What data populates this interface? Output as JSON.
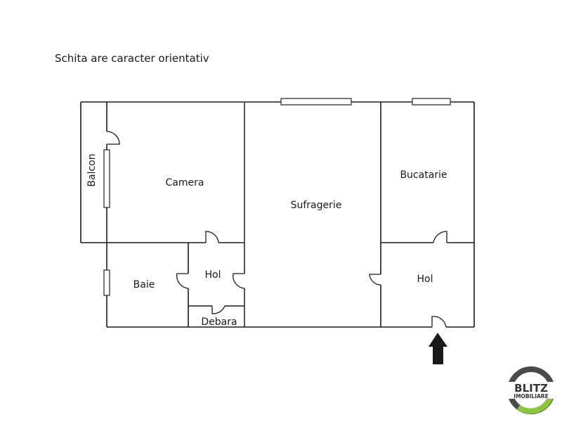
{
  "caption": "Schita are caracter orientativ",
  "rooms": {
    "balcon": "Balcon",
    "camera": "Camera",
    "sufragerie": "Sufragerie",
    "bucatarie": "Bucatarie",
    "baie": "Baie",
    "hol_left": "Hol",
    "debara": "Debara",
    "hol_right": "Hol"
  },
  "entrance": {
    "icon": "up-arrow-icon",
    "color": "#1a1a1a"
  },
  "logo": {
    "line1": "BLITZ",
    "line2": "IMOBILIARE",
    "ring_color": "#4a4a4a",
    "accent_color": "#8cc63f"
  }
}
